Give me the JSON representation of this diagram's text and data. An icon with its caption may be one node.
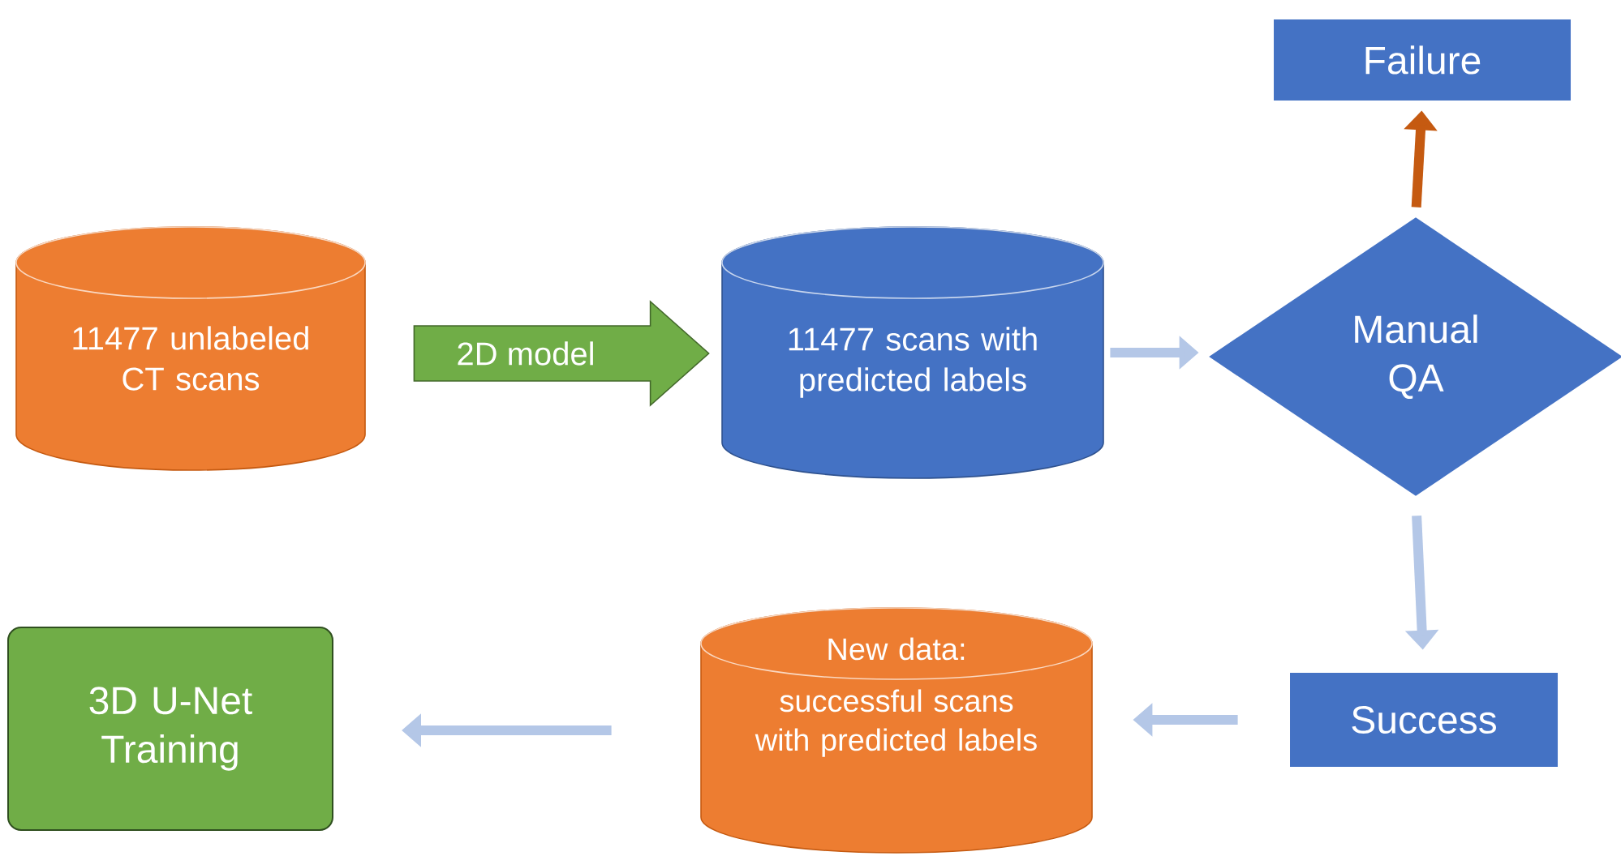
{
  "diagram": {
    "nodes": [
      {
        "text": [
          "11477 unlabeled CT scans"
        ]
      },
      {
        "text": [
          "11477 scans with predicted labels"
        ]
      },
      {
        "text": [
          "Manual QA"
        ]
      },
      {
        "text": [
          "Failure"
        ]
      },
      {
        "text": [
          "Success"
        ]
      },
      {
        "text": [
          "New data:",
          "successful scans with predicted labels"
        ]
      },
      {
        "text": [
          "3D U-Net Training"
        ]
      }
    ],
    "edges": [
      {
        "from": 0,
        "to": 1,
        "arrow": "to",
        "label": "2D model",
        "style": "thick",
        "color": "#70ad47"
      },
      {
        "from": 1,
        "to": 2,
        "arrow": "to"
      },
      {
        "from": 2,
        "to": 3,
        "arrow": "to",
        "color": "#c55a11"
      },
      {
        "from": 2,
        "to": 4,
        "arrow": "to"
      },
      {
        "from": 4,
        "to": 5,
        "arrow": "to"
      },
      {
        "from": 5,
        "to": 6,
        "arrow": "to"
      }
    ]
  }
}
